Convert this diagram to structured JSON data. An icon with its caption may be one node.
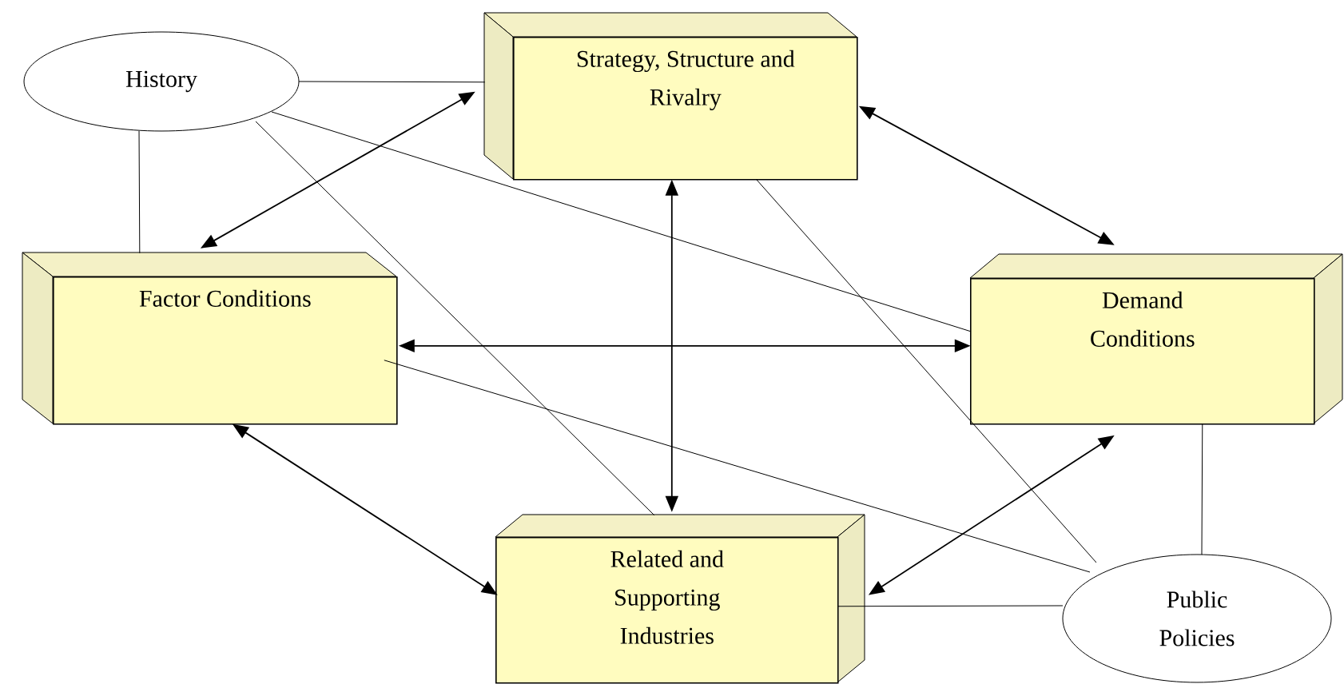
{
  "diagram": {
    "nodes": [
      {
        "text": [
          "History"
        ]
      },
      {
        "text": [
          "Strategy, Structure and Rivalry"
        ]
      },
      {
        "text": [
          "Factor Conditions"
        ]
      },
      {
        "text": [
          "Demand Conditions"
        ]
      },
      {
        "text": [
          "Related and Supporting Industries"
        ]
      },
      {
        "text": [
          "Public Policies"
        ]
      }
    ],
    "edges": [
      {
        "from": 0,
        "to": 1,
        "arrow": "none"
      },
      {
        "from": 0,
        "to": 2,
        "arrow": "none"
      },
      {
        "from": 0,
        "to": 4,
        "arrow": "none"
      },
      {
        "from": 0,
        "to": 3,
        "arrow": "none"
      },
      {
        "from": 1,
        "to": 2,
        "arrow": "both"
      },
      {
        "from": 1,
        "to": 3,
        "arrow": "both"
      },
      {
        "from": 1,
        "to": 4,
        "arrow": "both"
      },
      {
        "from": 2,
        "to": 3,
        "arrow": "both"
      },
      {
        "from": 2,
        "to": 4,
        "arrow": "both"
      },
      {
        "from": 4,
        "to": 3,
        "arrow": "both"
      },
      {
        "from": 1,
        "to": 5,
        "arrow": "none"
      },
      {
        "from": 2,
        "to": 5,
        "arrow": "none"
      },
      {
        "from": 4,
        "to": 5,
        "arrow": "none"
      },
      {
        "from": 3,
        "to": 5,
        "arrow": "none"
      }
    ]
  }
}
